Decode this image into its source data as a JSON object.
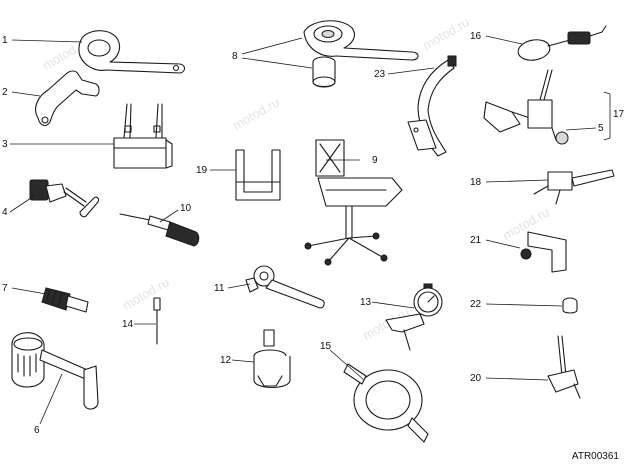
{
  "figure_code": "ATR00361",
  "watermark_text": "motod.ru",
  "callouts": {
    "c1": "1",
    "c2": "2",
    "c3": "3",
    "c4": "4",
    "c5": "5",
    "c6": "6",
    "c7": "7",
    "c8": "8",
    "c9": "9",
    "c10": "10",
    "c11": "11",
    "c12": "12",
    "c13": "13",
    "c14": "14",
    "c15": "15",
    "c16": "16",
    "c17": "17",
    "c18": "18",
    "c19": "19",
    "c20": "20",
    "c21": "21",
    "c22": "22",
    "c23": "23"
  }
}
